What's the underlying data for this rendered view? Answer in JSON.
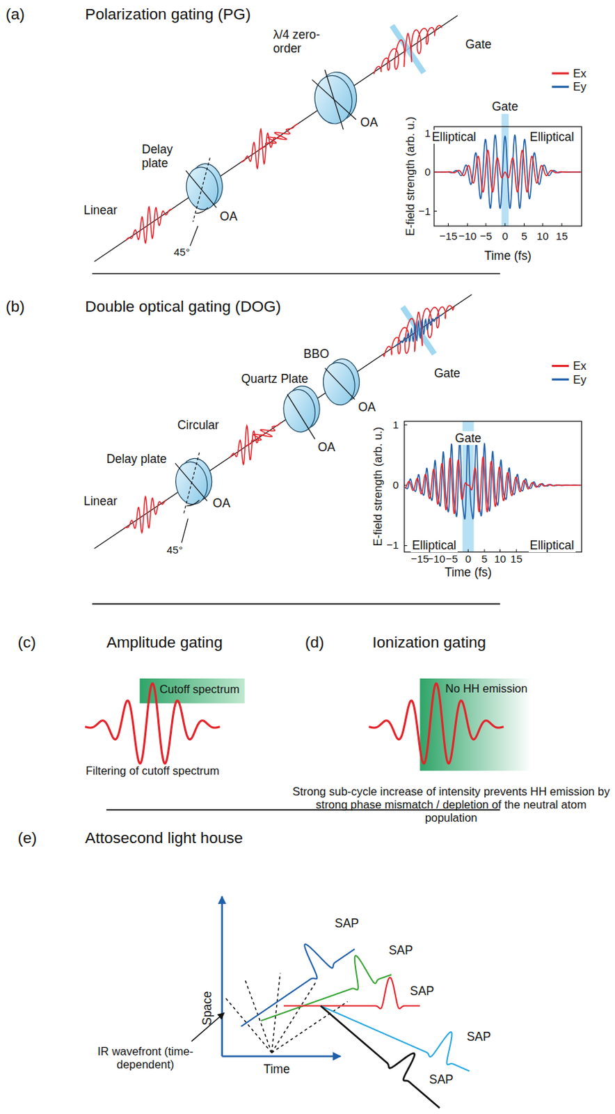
{
  "diagram": {
    "nodes": [
      {
        "text": [
          "Cutoff spectrum"
        ]
      },
      {
        "text": [
          "No HH emission"
        ]
      }
    ],
    "labels": [
      "(a)",
      "Polarization gating (PG)",
      "λ/4 zero-order",
      "OA",
      "Gate",
      "Delay plate",
      "OA",
      "Linear",
      "45°",
      "1",
      "Gate",
      "Elliptical",
      "Elliptical",
      "0",
      "−1",
      "E-field strength (arb. u.)",
      "−15",
      "−10",
      "−5",
      "0",
      "5",
      "10",
      "15",
      "Time (fs)",
      "(b)",
      "Double optical gating (DOG)",
      "BBO",
      "OA",
      "Quartz Plate",
      "Gate",
      "Circular",
      "OA",
      "Delay plate",
      "OA",
      "Linear",
      "45°",
      "1",
      "Gate",
      "0",
      "Elliptical",
      "Elliptical",
      "−1",
      "E-field strength (arb. u.)",
      "−15",
      "−10",
      "−5",
      "0",
      "5",
      "10",
      "15",
      "Time (fs)",
      "(c)",
      "Amplitude gating",
      "Filtering of cutoff spectrum",
      "(d)",
      "Ionization gating",
      "Strong sub-cycle increase of intensity prevents HH emission by strong phase mismatch / depletion of the neutral atom population",
      "(e)",
      "Attosecond light house",
      "SAP",
      "SAP",
      "SAP",
      "SAP",
      "SAP",
      "Space",
      "Time",
      "IR wavefront (time-dependent)"
    ],
    "legend": [
      {
        "text": "Ex"
      },
      {
        "text": "Ey"
      },
      {
        "text": "Ex"
      },
      {
        "text": "Ey"
      }
    ]
  }
}
